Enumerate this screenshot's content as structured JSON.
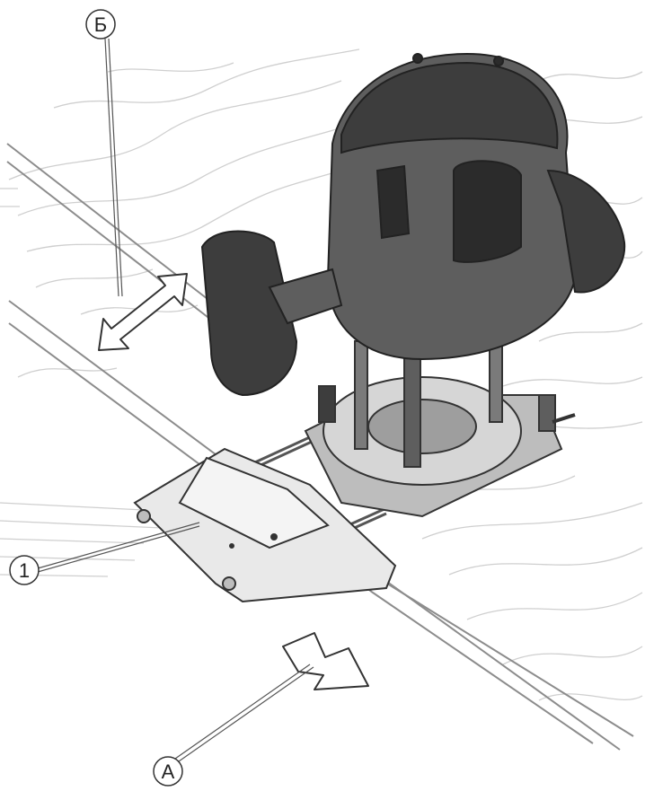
{
  "callouts": {
    "guide": "1",
    "feed_direction": "А",
    "adjustment_direction": "Б"
  },
  "colors": {
    "stroke": "#333333",
    "line": "#8c8c8c",
    "wood_grain": "#cfcfcf",
    "router_dark": "#3d3d3d",
    "router_mid": "#5e5e5e",
    "metal": "#bdbdbd",
    "arrow_fill": "#ffffff"
  },
  "icons": {
    "router": "router-tool-icon",
    "feed_arrow": "arrow-right-down-icon",
    "double_arrow": "double-arrow-icon"
  }
}
